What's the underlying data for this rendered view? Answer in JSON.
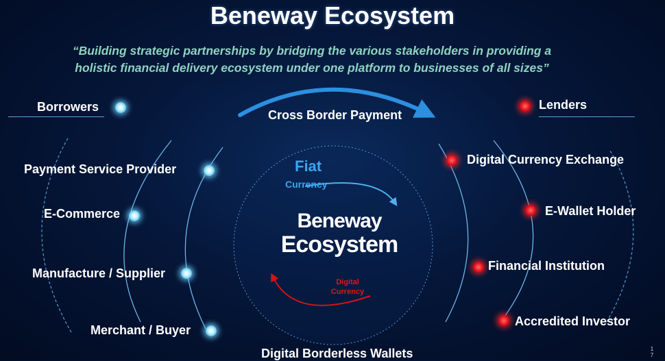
{
  "title": "Beneway Ecosystem",
  "quote_line1": "“Building strategic partnerships by bridging the various stakeholders in providing a",
  "quote_line2": "holistic financial delivery ecosystem under one platform to businesses of all sizes”",
  "top_label": "Cross Border Payment",
  "bottom_label": "Digital Borderless Wallets",
  "center": {
    "line1": "Beneway",
    "line2": "Ecosystem",
    "fiat": "Fiat",
    "fiat_sub": "Currency",
    "digital_line1": "Digital",
    "digital_line2": "Currency"
  },
  "left": {
    "header": "Borrowers",
    "items": [
      "Payment Service Provider",
      "E-Commerce",
      "Manufacture / Supplier",
      "Merchant / Buyer"
    ]
  },
  "right": {
    "header": "Lenders",
    "items": [
      "Digital Currency Exchange",
      "E-Wallet Holder",
      "Financial Institution",
      "Accredited Investor"
    ]
  },
  "page_number": "17",
  "colors": {
    "left_dot": "#7fd8ff",
    "right_dot": "#e3101a",
    "fiat": "#3aa6f0",
    "digital": "#e01515",
    "quote": "#8fd3c0"
  }
}
